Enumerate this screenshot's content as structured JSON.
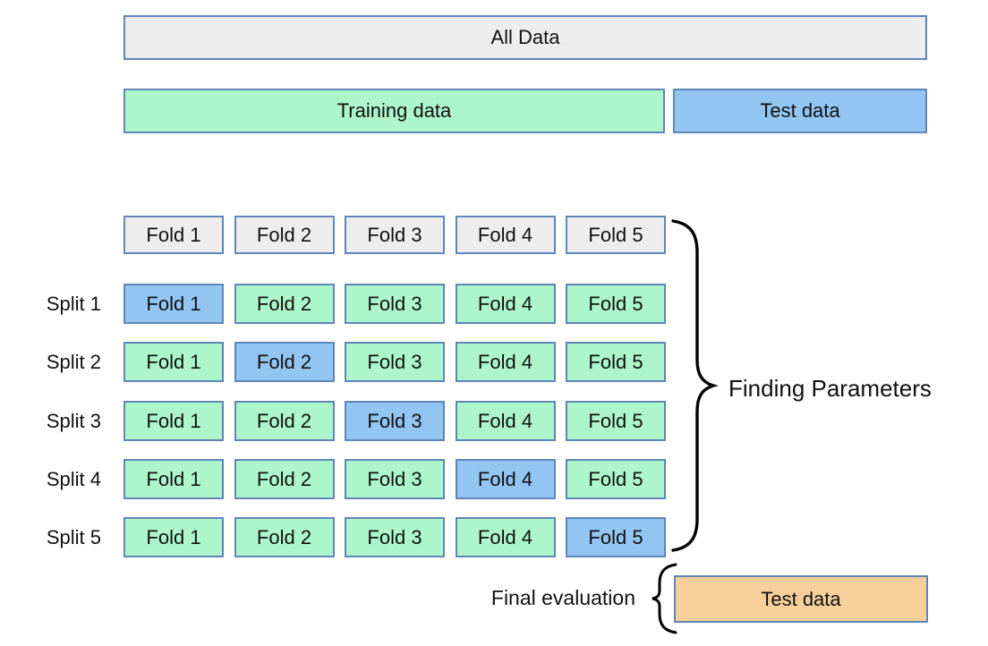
{
  "top_bars": {
    "all_data_label": "All Data",
    "training_label": "Training data",
    "test_label": "Test data"
  },
  "cv_grid": {
    "fold_headers": [
      "Fold 1",
      "Fold 2",
      "Fold 3",
      "Fold 4",
      "Fold 5"
    ],
    "splits": [
      {
        "label": "Split 1",
        "cells": [
          "Fold 1",
          "Fold 2",
          "Fold 3",
          "Fold 4",
          "Fold 5"
        ],
        "test_fold_index": 0
      },
      {
        "label": "Split 2",
        "cells": [
          "Fold 1",
          "Fold 2",
          "Fold 3",
          "Fold 4",
          "Fold 5"
        ],
        "test_fold_index": 1
      },
      {
        "label": "Split 3",
        "cells": [
          "Fold 1",
          "Fold 2",
          "Fold 3",
          "Fold 4",
          "Fold 5"
        ],
        "test_fold_index": 2
      },
      {
        "label": "Split 4",
        "cells": [
          "Fold 1",
          "Fold 2",
          "Fold 3",
          "Fold 4",
          "Fold 5"
        ],
        "test_fold_index": 3
      },
      {
        "label": "Split 5",
        "cells": [
          "Fold 1",
          "Fold 2",
          "Fold 3",
          "Fold 4",
          "Fold 5"
        ],
        "test_fold_index": 4
      }
    ]
  },
  "annotations": {
    "finding_parameters": "Finding Parameters",
    "final_evaluation": "Final evaluation",
    "final_test_box_label": "Test data"
  },
  "colors": {
    "gray_fill": "#ededed",
    "green_fill": "#adf6cb",
    "blue_fill": "#92c5f2",
    "orange_fill": "#f6cf9a",
    "box_border": "#5e86b8",
    "brace": "#000000",
    "text": "#111111"
  }
}
